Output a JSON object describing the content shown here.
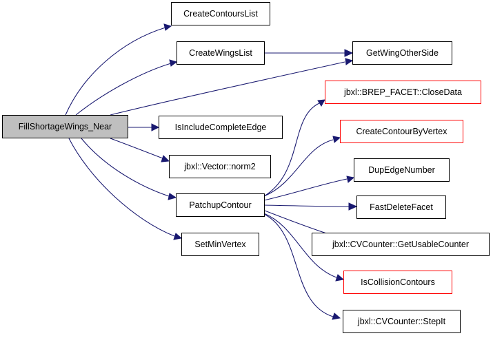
{
  "graph": {
    "edge_color": "#191970",
    "node_border_color": "#000000",
    "incomplete_node_border_color": "#ff0000",
    "root_fill_color": "#bfbfbf",
    "nodes": {
      "fill_shortage_wings_near": "FillShortageWings_Near",
      "create_contours_list": "CreateContoursList",
      "create_wings_list": "CreateWingsList",
      "get_wing_other_side": "GetWingOtherSide",
      "is_include_complete_edge": "IsIncludeCompleteEdge",
      "vector_norm2": "jbxl::Vector::norm2",
      "patchup_contour": "PatchupContour",
      "set_min_vertex": "SetMinVertex",
      "brep_facet_close_data": "jbxl::BREP_FACET::CloseData",
      "create_contour_by_vertex": "CreateContourByVertex",
      "dup_edge_number": "DupEdgeNumber",
      "fast_delete_facet": "FastDeleteFacet",
      "cvcounter_get_usable_counter": "jbxl::CVCounter::GetUsableCounter",
      "is_collision_contours": "IsCollisionContours",
      "cvcounter_step_it": "jbxl::CVCounter::StepIt"
    },
    "edges": [
      [
        "fill_shortage_wings_near",
        "create_contours_list"
      ],
      [
        "fill_shortage_wings_near",
        "create_wings_list"
      ],
      [
        "fill_shortage_wings_near",
        "get_wing_other_side"
      ],
      [
        "fill_shortage_wings_near",
        "is_include_complete_edge"
      ],
      [
        "fill_shortage_wings_near",
        "vector_norm2"
      ],
      [
        "fill_shortage_wings_near",
        "patchup_contour"
      ],
      [
        "fill_shortage_wings_near",
        "set_min_vertex"
      ],
      [
        "create_wings_list",
        "get_wing_other_side"
      ],
      [
        "patchup_contour",
        "brep_facet_close_data"
      ],
      [
        "patchup_contour",
        "create_contour_by_vertex"
      ],
      [
        "patchup_contour",
        "dup_edge_number"
      ],
      [
        "patchup_contour",
        "fast_delete_facet"
      ],
      [
        "patchup_contour",
        "cvcounter_get_usable_counter"
      ],
      [
        "patchup_contour",
        "is_collision_contours"
      ],
      [
        "patchup_contour",
        "cvcounter_step_it"
      ]
    ]
  }
}
